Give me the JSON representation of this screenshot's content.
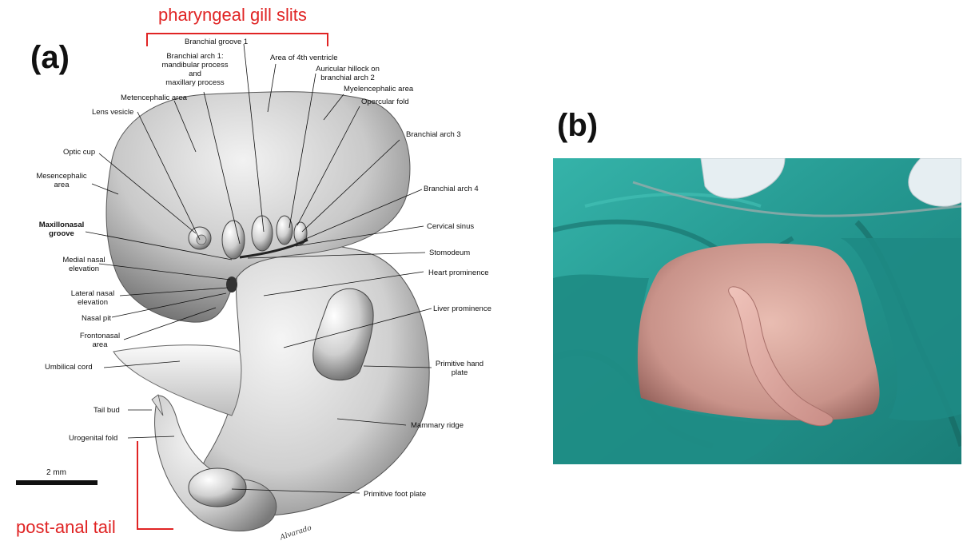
{
  "panel_a": {
    "letter": "(a)",
    "pharyngeal_label": "pharyngeal gill slits",
    "tail_label": "post-anal tail",
    "scale_label": "2 mm",
    "artist_signature": "Alvarado",
    "labels": {
      "branchial_groove_1": "Branchial groove 1",
      "branchial_arch_1": [
        "Branchial arch 1:",
        "mandibular process",
        "and",
        "maxillary process"
      ],
      "area_4th_ventricle": "Area of 4th ventricle",
      "auricular_hillock": [
        "Auricular hillock on",
        "branchial arch 2"
      ],
      "myelencephalic_area": "Myelencephalic area",
      "opercular_fold": "Opercular fold",
      "metencephalic_area": "Metencephalic area",
      "lens_vesicle": "Lens vesicle",
      "branchial_arch_3": "Branchial arch 3",
      "optic_cup": "Optic cup",
      "mesencephalic_area": [
        "Mesencephalic",
        "area"
      ],
      "branchial_arch_4": "Branchial arch 4",
      "maxillonasal_groove": [
        "Maxillonasal",
        "groove"
      ],
      "cervical_sinus": "Cervical sinus",
      "medial_nasal_elevation": [
        "Medial nasal",
        "elevation"
      ],
      "stomodeum": "Stomodeum",
      "heart_prominence": "Heart prominence",
      "lateral_nasal_elevation": [
        "Lateral nasal",
        "elevation"
      ],
      "nasal_pit": "Nasal pit",
      "liver_prominence": "Liver prominence",
      "frontonasal_area": [
        "Frontonasal",
        "area"
      ],
      "umbilical_cord": "Umbilical cord",
      "primitive_hand_plate": [
        "Primitive hand",
        "plate"
      ],
      "tail_bud": "Tail bud",
      "mammary_ridge": "Mammary ridge",
      "urogenital_fold": "Urogenital fold",
      "primitive_foot_plate": "Primitive foot plate"
    }
  },
  "panel_b": {
    "letter": "(b)"
  },
  "colors": {
    "accent_red": "#e02424",
    "drape_green": "#2aa59e",
    "skin": "#d9a497"
  }
}
